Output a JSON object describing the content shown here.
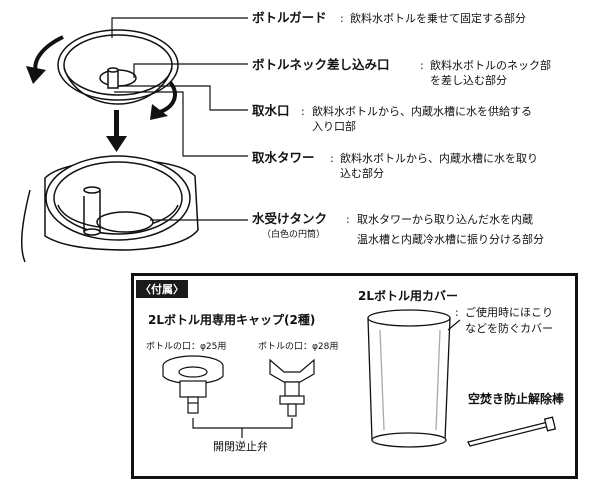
{
  "parts": {
    "bottle_guard": {
      "term": "ボトルガード",
      "colon": ":",
      "desc": "飲料水ボトルを乗せて固定する部分"
    },
    "neck_insert": {
      "term": "ボトルネック差し込み口",
      "colon": ":",
      "desc1": "飲料水ボトルのネック部",
      "desc2": "を差し込む部分"
    },
    "water_intake": {
      "term": "取水口",
      "colon": ":",
      "desc1": "飲料水ボトルから、内蔵水槽に水を供給する",
      "desc2": "入り口部"
    },
    "intake_tower": {
      "term": "取水タワー",
      "colon": ":",
      "desc1": "飲料水ボトルから、内蔵水槽に水を取り",
      "desc2": "込む部分"
    },
    "receiving_tank": {
      "term": "水受けタンク",
      "note": "（白色の円筒）",
      "colon": ":",
      "desc1": "取水タワーから取り込んだ水を内蔵",
      "desc2": "温水槽と内蔵冷水槽に振り分ける部分"
    }
  },
  "accessories": {
    "tag": "〈付属〉",
    "cap_title": "2Lボトル用専用キャップ(2種)",
    "cap25_label": "ボトルの口：φ25用",
    "cap28_label": "ボトルの口：φ28用",
    "valve_label": "開閉逆止弁",
    "cover_title": "2Lボトル用カバー",
    "cover_desc1": "ご使用時にほこり",
    "cover_desc2": "などを防ぐカバー",
    "cover_colon": ":",
    "rod_title": "空焚き防止解除棒"
  }
}
